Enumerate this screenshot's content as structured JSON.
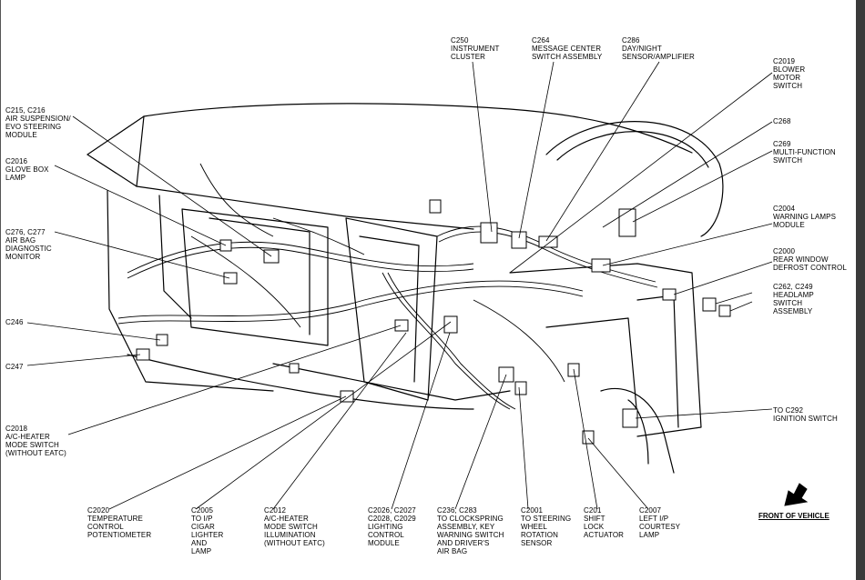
{
  "labels": {
    "c250": "C250\nINSTRUMENT\nCLUSTER",
    "c264": "C264\nMESSAGE CENTER\nSWITCH ASSEMBLY",
    "c286": "C286\nDAY/NIGHT\nSENSOR/AMPLIFIER",
    "c2019": "C2019\nBLOWER\nMOTOR\nSWITCH",
    "c268": "C268",
    "c269": "C269\nMULTI-FUNCTION\nSWITCH",
    "c2004": "C2004\nWARNING LAMPS\nMODULE",
    "c2000": "C2000\nREAR WINDOW\nDEFROST CONTROL",
    "c262": "C262, C249\nHEADLAMP\nSWITCH\nASSEMBLY",
    "c292": "TO C292\nIGNITION SWITCH",
    "c215": "C215, C216\nAIR SUSPENSION/\nEVO STEERING\nMODULE",
    "c2016": "C2016\nGLOVE BOX\nLAMP",
    "c276": "C276, C277\nAIR BAG\nDIAGNOSTIC\nMONITOR",
    "c246": "C246",
    "c247": "C247",
    "c2018": "C2018\nA/C-HEATER\nMODE SWITCH\n(WITHOUT EATC)",
    "c2020": "C2020\nTEMPERATURE\nCONTROL\nPOTENTIOMETER",
    "c2005": "C2005\nTO I/P\nCIGAR\nLIGHTER\nAND\nLAMP",
    "c2012": "C2012\nA/C-HEATER\nMODE SWITCH\nILLUMINATION\n(WITHOUT EATC)",
    "c2026": "C2026, C2027\nC2028, C2029\nLIGHTING\nCONTROL\nMODULE",
    "c236": "C236, C283\nTO CLOCKSPRING\nASSEMBLY, KEY\nWARNING SWITCH\nAND DRIVER'S\nAIR BAG",
    "c2001": "C2001\nTO STEERING\nWHEEL\nROTATION\nSENSOR",
    "c201": "C201\nSHIFT\nLOCK\nACTUATOR",
    "c2007": "C2007\nLEFT I/P\nCOURTESY\nLAMP"
  },
  "front_label": "FRONT OF VEHICLE",
  "colors": {
    "ink": "#000000",
    "frame": "#3a3a3a",
    "background": "#ffffff"
  }
}
